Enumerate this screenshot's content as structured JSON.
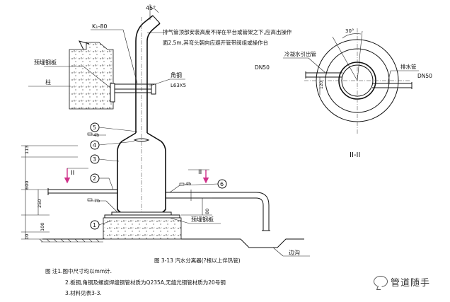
{
  "labels": {
    "kz": "K₁-80",
    "angle45": "45°",
    "angle30": "30°",
    "vent_note_1": "排气管顶部安装高度不得在平台或管架之下,应高出操作",
    "vent_note_2": "面2.5m,其弯头朝向应避开管带阀组或操作台",
    "embedded_plate_top": "预埋钢板",
    "column": "柱",
    "angle_steel": "角钢",
    "angle_spec": "L63X5",
    "weld_4b_a": "4b",
    "weld_4b_b": "4b",
    "weld_7b": "7b",
    "roman_left": "II",
    "roman_right": "II",
    "embedded_plate_bottom": "预埋钢板",
    "drain_ditch": "边沟",
    "section_label": "II-II",
    "condensate_in": "冷凝水引出管",
    "dn50_left": "DN50",
    "drain_pipe": "排水管",
    "dn50_right": "DN50",
    "dim_120": "120",
    "dim_80": "80",
    "fig_caption": "图 3-13  汽水分离器(?根以上伴热管)",
    "note_1": "图 注1.图中尺寸均以mm计.",
    "note_2": "2.板钢,角钢及螺旋焊缝钢管材质为Q235A,无缝光钢管材质为20号钢",
    "note_3": "3.材料见表3-3.",
    "watermark": "管道随手"
  },
  "callouts": [
    "1",
    "2",
    "3",
    "4",
    "5",
    "6"
  ],
  "dimensions": [
    "113",
    "600",
    "250",
    "100",
    "10"
  ]
}
